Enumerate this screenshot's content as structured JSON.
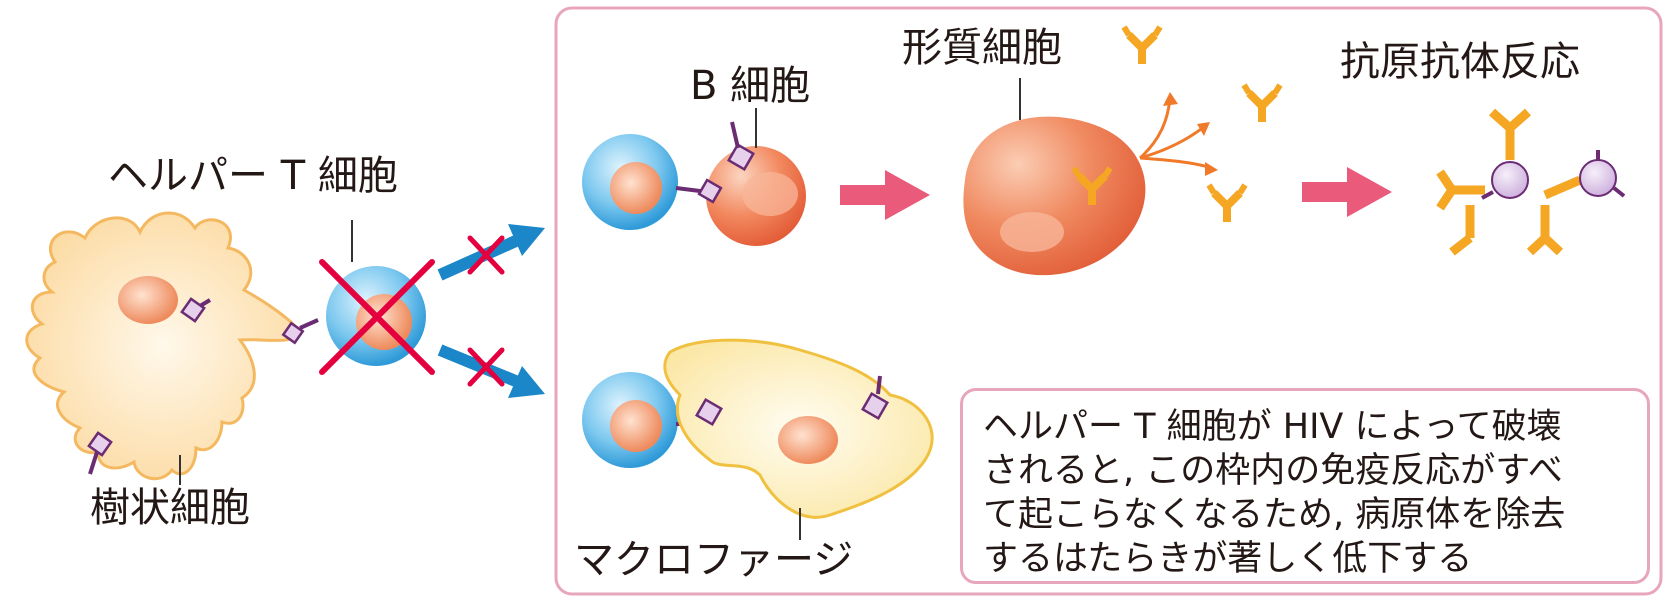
{
  "labels": {
    "helper_t": "ヘルパー T 細胞",
    "dendritic": "樹状細胞",
    "b_cell": "B 細胞",
    "plasma_cell": "形質細胞",
    "antigen_antibody": "抗原抗体反応",
    "macrophage": "マクロファージ"
  },
  "note": {
    "lines": [
      "ヘルパー T 細胞が HIV によって破壊",
      "されると, この枠内の免疫反応がすべ",
      "て起こらなくなるため, 病原体を除去",
      "するはたらきが著しく低下する"
    ]
  },
  "colors": {
    "frame_border": "#e7a6be",
    "arrow_pink": "#e95a7b",
    "arrow_blue": "#1b87c9",
    "cross_red": "#e4003f",
    "antibody": "#f5a623",
    "t_cell_blue": "#4fb3e8",
    "nucleus": "#f08f63",
    "dendritic_fill": "#fde6c0",
    "macrophage_fill": "#fdf1c6",
    "antigen_purple": "#6b2c73"
  }
}
